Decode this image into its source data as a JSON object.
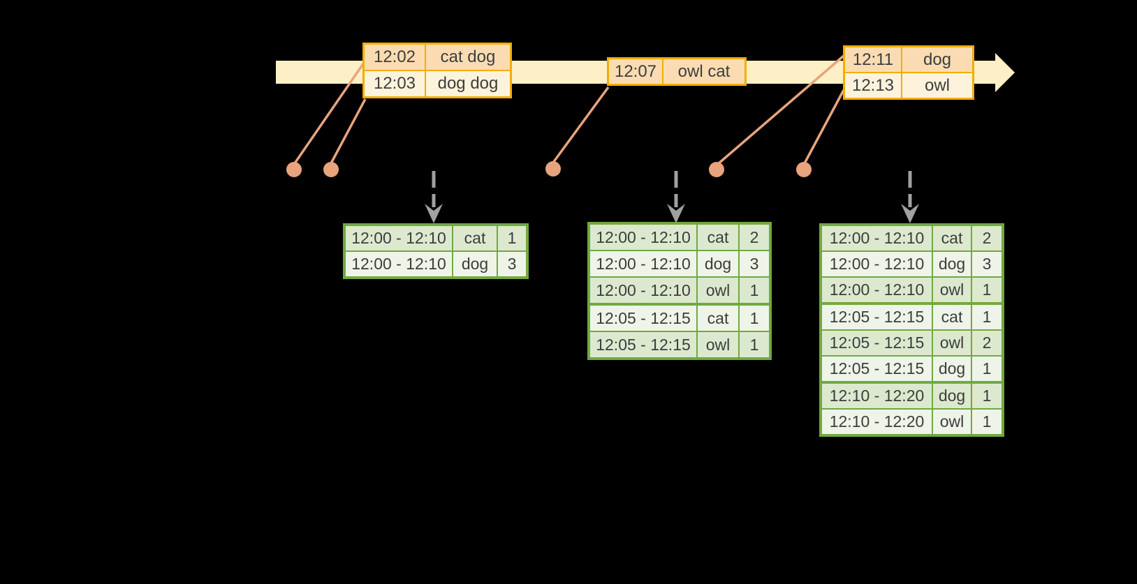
{
  "colors": {
    "background": "#000000",
    "timeline_fill": "#fdf0c6",
    "event_border": "#f2ae00",
    "event_row_dark": "#fbdcb2",
    "event_row_light": "#fdf3dc",
    "connector": "#e8a47c",
    "trigger_arrow": "#a1a1a1",
    "result_border": "#72a93f",
    "result_row_dark": "#dce9cf",
    "result_row_light": "#eff4e9",
    "text": "#3d3d3d"
  },
  "timeline": {
    "event_batches": [
      {
        "rows": [
          {
            "time": "12:02",
            "words": "cat dog"
          },
          {
            "time": "12:03",
            "words": "dog dog"
          }
        ]
      },
      {
        "rows": [
          {
            "time": "12:07",
            "words": "owl cat"
          }
        ]
      },
      {
        "rows": [
          {
            "time": "12:11",
            "words": "dog"
          },
          {
            "time": "12:13",
            "words": "owl"
          }
        ]
      }
    ]
  },
  "result_tables": [
    {
      "rows": [
        {
          "window": "12:00 - 12:10",
          "word": "cat",
          "count": 1
        },
        {
          "window": "12:00 - 12:10",
          "word": "dog",
          "count": 3
        }
      ]
    },
    {
      "rows": [
        {
          "window": "12:00 - 12:10",
          "word": "cat",
          "count": 2
        },
        {
          "window": "12:00 - 12:10",
          "word": "dog",
          "count": 3
        },
        {
          "window": "12:00 - 12:10",
          "word": "owl",
          "count": 1
        },
        {
          "window": "12:05 - 12:15",
          "word": "cat",
          "count": 1
        },
        {
          "window": "12:05 - 12:15",
          "word": "owl",
          "count": 1
        }
      ]
    },
    {
      "rows": [
        {
          "window": "12:00 - 12:10",
          "word": "cat",
          "count": 2
        },
        {
          "window": "12:00 - 12:10",
          "word": "dog",
          "count": 3
        },
        {
          "window": "12:00 - 12:10",
          "word": "owl",
          "count": 1
        },
        {
          "window": "12:05 - 12:15",
          "word": "cat",
          "count": 1
        },
        {
          "window": "12:05 - 12:15",
          "word": "owl",
          "count": 2
        },
        {
          "window": "12:05 - 12:15",
          "word": "dog",
          "count": 1
        },
        {
          "window": "12:10 - 12:20",
          "word": "dog",
          "count": 1
        },
        {
          "window": "12:10 - 12:20",
          "word": "owl",
          "count": 1
        }
      ]
    }
  ]
}
